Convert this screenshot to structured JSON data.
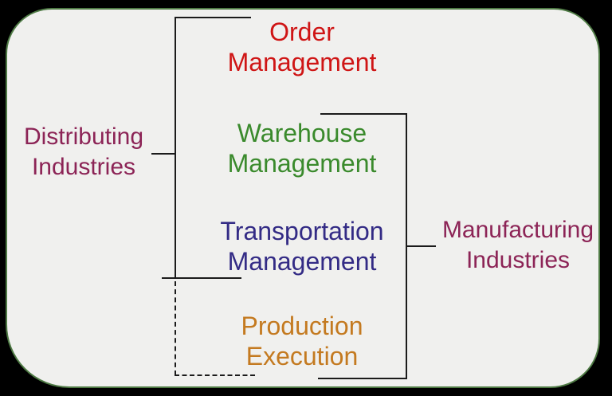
{
  "diagram": {
    "title_implied": "Supply chain management scope diagram",
    "colors": {
      "background": "#000000",
      "panel_fill": "#f0f0ee",
      "panel_border": "#4e7a44",
      "line": "#1b1b1b",
      "order": "#cf1515",
      "warehouse": "#3a8a2c",
      "transportation": "#332b85",
      "production": "#c47a20",
      "industries": "#8c2456"
    },
    "labels": {
      "order": {
        "line1": "Order",
        "line2": "Management"
      },
      "warehouse": {
        "line1": "Warehouse",
        "line2": "Management"
      },
      "transportation": {
        "line1": "Transportation",
        "line2": "Management"
      },
      "production": {
        "line1": "Production",
        "line2": "Execution"
      },
      "distributing": {
        "line1": "Distributing",
        "line2": "Industries"
      },
      "manufacturing": {
        "line1": "Manufacturing",
        "line2": "Industries"
      }
    },
    "brackets": {
      "distributing_bracket": {
        "style": "solid with dashed extension",
        "covers": [
          "Order Management",
          "Warehouse Management",
          "Transportation Management"
        ],
        "dashed_extension_covers": [
          "Production Execution"
        ]
      },
      "manufacturing_bracket": {
        "style": "solid",
        "covers": [
          "Warehouse Management",
          "Transportation Management",
          "Production Execution"
        ]
      }
    }
  }
}
